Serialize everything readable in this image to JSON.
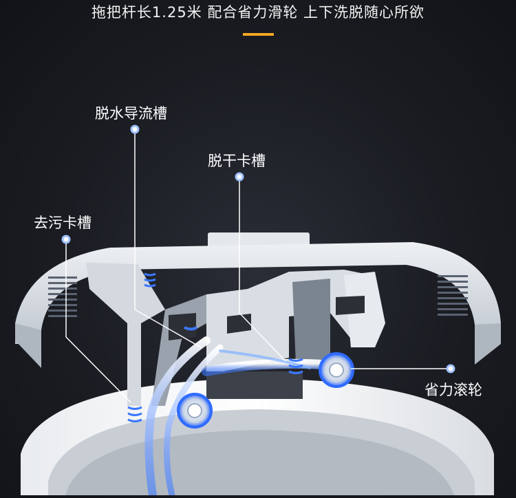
{
  "headline": "拖把杆长1.25米 配合省力滑轮 上下洗脱随心所欲",
  "callouts": {
    "dewater_groove": "脱水导流槽",
    "dry_slot": "脱干卡槽",
    "clean_slot": "去污卡槽",
    "saving_wheel": "省力滚轮"
  },
  "colors": {
    "background": "#1a1c22",
    "accent": "#f5a623",
    "water_flow": "#3b78ff",
    "bucket_white": "#f2f2f2",
    "lid_gray": "#d8dde3"
  }
}
